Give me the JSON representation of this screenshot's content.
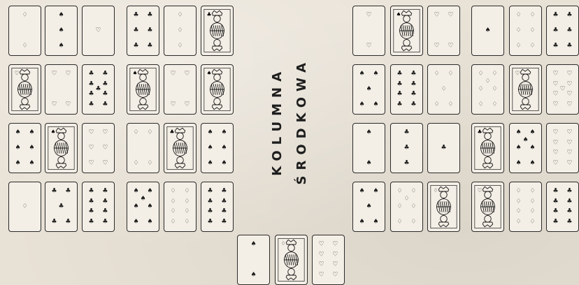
{
  "label": {
    "line1": "KOLUMNA",
    "line2": "ŚRODKOWA"
  },
  "cards": [
    {
      "id": "L-r1c1",
      "pips": "♢",
      "rank": "2",
      "face": false
    },
    {
      "id": "L-r1c2",
      "pips": "♠",
      "rank": "3",
      "face": false
    },
    {
      "id": "L-r1c3",
      "pips": "♡",
      "rank": "1",
      "face": false
    },
    {
      "id": "L-r1c4",
      "pips": "♣",
      "rank": "6",
      "face": false
    },
    {
      "id": "L-r1c5",
      "pips": "♢",
      "rank": "3",
      "face": false
    },
    {
      "id": "L-r1c6",
      "pips": "♣",
      "rank": "K",
      "face": true
    },
    {
      "id": "L-r2c1",
      "pips": "♡",
      "rank": "Q",
      "face": true
    },
    {
      "id": "L-r2c2",
      "pips": "♡",
      "rank": "4",
      "face": false
    },
    {
      "id": "L-r2c3",
      "pips": "♣",
      "rank": "9",
      "face": false
    },
    {
      "id": "L-r2c4",
      "pips": "♠",
      "rank": "K",
      "face": true
    },
    {
      "id": "L-r2c5",
      "pips": "♡",
      "rank": "4",
      "face": false
    },
    {
      "id": "L-r2c6",
      "pips": "♠",
      "rank": "Q",
      "face": true
    },
    {
      "id": "L-r3c1",
      "pips": "♠",
      "rank": "6",
      "face": false
    },
    {
      "id": "L-r3c2",
      "pips": "♠",
      "rank": "J",
      "face": true
    },
    {
      "id": "L-r3c3",
      "pips": "♡",
      "rank": "6",
      "face": false
    },
    {
      "id": "L-r3c4",
      "pips": "♢",
      "rank": "4",
      "face": false
    },
    {
      "id": "L-r3c5",
      "pips": "♣",
      "rank": "J",
      "face": true
    },
    {
      "id": "L-r3c6",
      "pips": "♠",
      "rank": "6",
      "face": false
    },
    {
      "id": "L-r4c1",
      "pips": "♢",
      "rank": "1",
      "face": false
    },
    {
      "id": "L-r4c2",
      "pips": "♣",
      "rank": "5",
      "face": false
    },
    {
      "id": "L-r4c3",
      "pips": "♣",
      "rank": "8",
      "face": false
    },
    {
      "id": "L-r4c4",
      "pips": "♠",
      "rank": "7",
      "face": false
    },
    {
      "id": "L-r4c5",
      "pips": "♢",
      "rank": "8",
      "face": false
    },
    {
      "id": "L-r4c6",
      "pips": "♣",
      "rank": "8",
      "face": false
    },
    {
      "id": "R-r1c1",
      "pips": "♡",
      "rank": "2",
      "face": false
    },
    {
      "id": "R-r1c2",
      "pips": "♠",
      "rank": "K",
      "face": true
    },
    {
      "id": "R-r1c3",
      "pips": "♡",
      "rank": "4",
      "face": false
    },
    {
      "id": "R-r1c4",
      "pips": "♠",
      "rank": "1",
      "face": false
    },
    {
      "id": "R-r1c5",
      "pips": "♢",
      "rank": "6",
      "face": false
    },
    {
      "id": "R-r1c6",
      "pips": "♣",
      "rank": "6",
      "face": false
    },
    {
      "id": "R-r2c1",
      "pips": "♠",
      "rank": "5",
      "face": false
    },
    {
      "id": "R-r2c2",
      "pips": "♣",
      "rank": "8",
      "face": false
    },
    {
      "id": "R-r2c3",
      "pips": "♢",
      "rank": "5",
      "face": false
    },
    {
      "id": "R-r2c4",
      "pips": "♢",
      "rank": "7",
      "face": false
    },
    {
      "id": "R-r2c5",
      "pips": "♡",
      "rank": "Q",
      "face": true
    },
    {
      "id": "R-r2c6",
      "pips": "♡",
      "rank": "9",
      "face": false
    },
    {
      "id": "R-r3c1",
      "pips": "♠",
      "rank": "2",
      "face": false
    },
    {
      "id": "R-r3c2",
      "pips": "♣",
      "rank": "3",
      "face": false
    },
    {
      "id": "R-r3c3",
      "pips": "♣",
      "rank": "1",
      "face": false
    },
    {
      "id": "R-r3c4",
      "pips": "♣",
      "rank": "J",
      "face": true
    },
    {
      "id": "R-r3c5",
      "pips": "♠",
      "rank": "7",
      "face": false
    },
    {
      "id": "R-r3c6",
      "pips": "♡",
      "rank": "8",
      "face": false
    },
    {
      "id": "R-r4c1",
      "pips": "♠",
      "rank": "5",
      "face": false
    },
    {
      "id": "R-r4c2",
      "pips": "♢",
      "rank": "7",
      "face": false
    },
    {
      "id": "R-r4c3",
      "pips": "♢",
      "rank": "J",
      "face": true
    },
    {
      "id": "R-r4c4",
      "pips": "♡",
      "rank": "J",
      "face": true
    },
    {
      "id": "R-r4c5",
      "pips": "♢",
      "rank": "8",
      "face": false
    },
    {
      "id": "R-r4c6",
      "pips": "♣",
      "rank": "8",
      "face": false
    },
    {
      "id": "B-c1",
      "pips": "♠",
      "rank": "2",
      "face": false
    },
    {
      "id": "B-c2",
      "pips": "♢",
      "rank": "K",
      "face": true
    },
    {
      "id": "B-c3",
      "pips": "♡",
      "rank": "8",
      "face": false
    }
  ]
}
